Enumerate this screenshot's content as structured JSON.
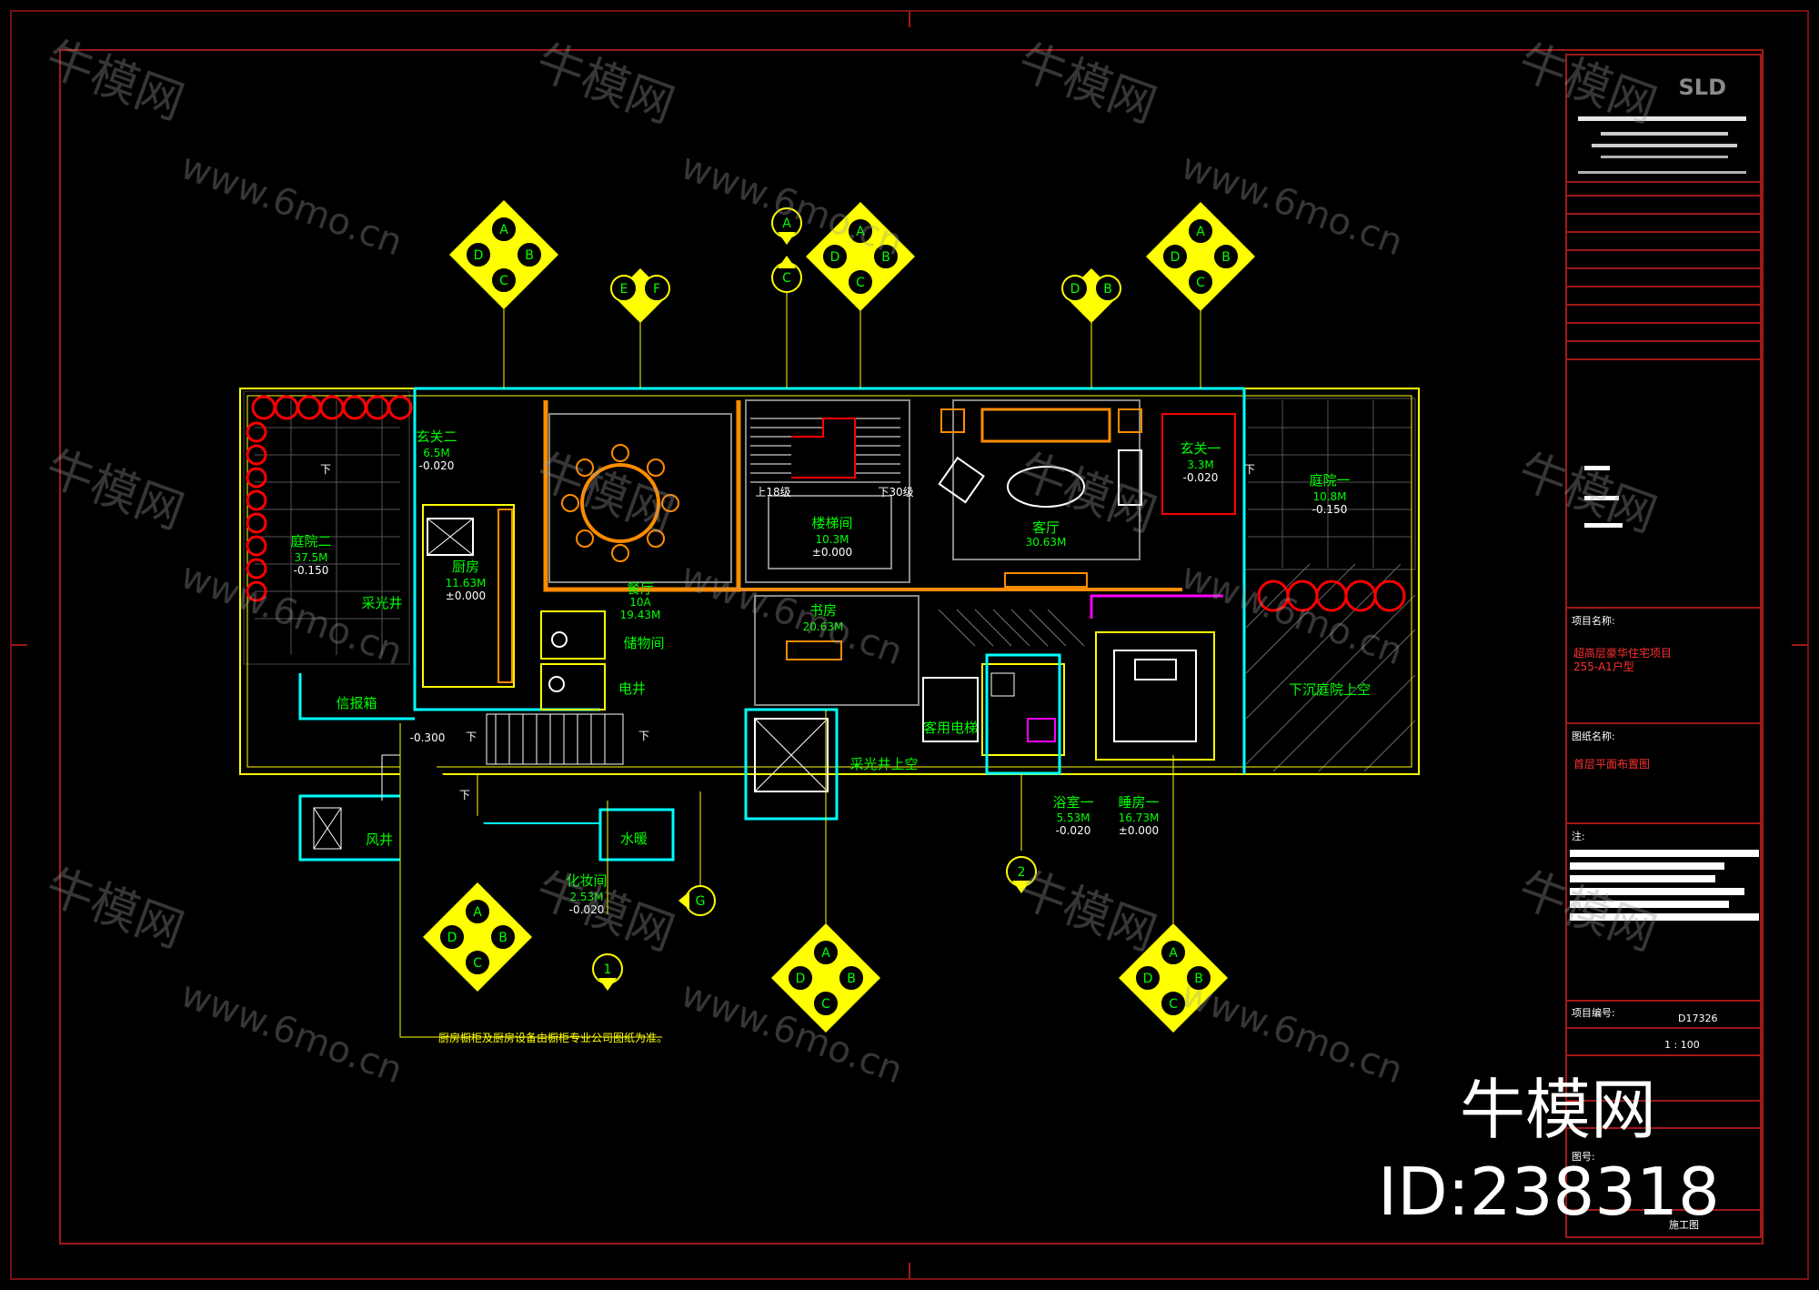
{
  "drawing": {
    "rooms": [
      {
        "name": "玄关二",
        "area": "6.5M",
        "level": "-0.020"
      },
      {
        "name": "庭院二",
        "area": "37.5M",
        "level": "-0.150"
      },
      {
        "name": "厨房",
        "area": "11.63M",
        "level": "±0.000"
      },
      {
        "name": "餐厅",
        "area": "19.43M",
        "prefix": "10A"
      },
      {
        "name": "楼梯间",
        "area": "10.3M",
        "level": "±0.000"
      },
      {
        "name": "书房",
        "area": "20.63M"
      },
      {
        "name": "客厅",
        "area": "30.63M"
      },
      {
        "name": "玄关一",
        "area": "3.3M",
        "level": "-0.020"
      },
      {
        "name": "庭院一",
        "area": "10.8M",
        "level": "-0.150"
      },
      {
        "name": "储物间"
      },
      {
        "name": "电井"
      },
      {
        "name": "信报箱"
      },
      {
        "name": "风井"
      },
      {
        "name": "水暖"
      },
      {
        "name": "采光井"
      },
      {
        "name": "采光井上空"
      },
      {
        "name": "客用电梯"
      },
      {
        "name": "下沉庭院上空"
      },
      {
        "name": "化妆间",
        "area": "2.53M",
        "level": "-0.020"
      },
      {
        "name": "浴室一",
        "area": "5.53M",
        "level": "-0.020"
      },
      {
        "name": "睡房一",
        "area": "16.73M",
        "level": "±0.000"
      }
    ],
    "stairs": [
      "上18级",
      "下30级"
    ],
    "down_label": "下",
    "level_minus": "-0.300",
    "note": "厨房橱柜及厨房设备由橱柜专业公司图纸为准。"
  },
  "title_block": {
    "logo": "SLD",
    "project_label": "项目名称:",
    "project_value": "超高层豪华住宅项目",
    "project_value2": "255-A1户型",
    "drawing_label": "图纸名称:",
    "drawing_value": "首层平面布置图",
    "notes_label": "注:",
    "project_no_label": "项目编号:",
    "project_no": "D17326",
    "scale": "1 : 100",
    "sheet_no_label": "图号:",
    "stage": "施工图"
  },
  "watermark": {
    "brand": "牛模网",
    "url": "www.6mo.cn",
    "big_brand": "牛模网",
    "id_text": "ID:238318"
  },
  "colors": {
    "background": "#000000",
    "wall": "#ffff00",
    "cyan": "#00ffff",
    "green": "#00ff00",
    "red": "#ff0000",
    "orange": "#ff8c00",
    "magenta": "#ff00ff",
    "frame_red": "#a01818"
  }
}
